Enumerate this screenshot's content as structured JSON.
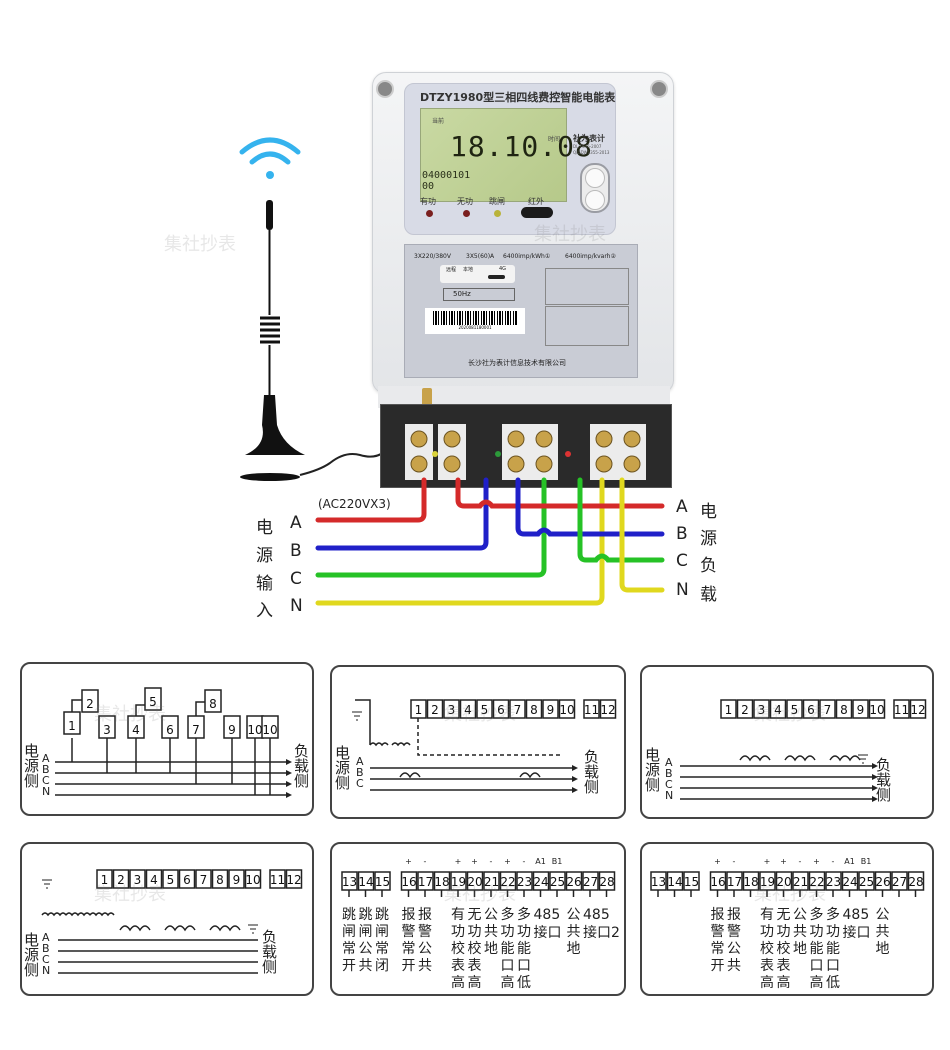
{
  "meter": {
    "model_title": "DTZY1980型三相四线费控智能电能表",
    "lcd_top_label": "当前",
    "lcd_right_label": "时间",
    "lcd_main_value": "18.10.08",
    "lcd_code_line1": "04000101",
    "lcd_code_line2": "00",
    "brand": "社为表计",
    "brand_standards": [
      "DL/T645-2007",
      "Q/GDW1355-2013"
    ],
    "indicators": [
      {
        "label": "有功",
        "color": "#7a1f1f"
      },
      {
        "label": "无功",
        "color": "#7a1f1f"
      },
      {
        "label": "跳闸",
        "color": "#b9b33a"
      }
    ],
    "ir_label": "红外",
    "nameplate": {
      "rating_voltage": "3X220/380V",
      "rating_current": "3X5(60)A",
      "constant_active": "6400imp/kWh①",
      "constant_reactive": "6400imp/kvarh②",
      "comm_labels": [
        "远程",
        "本地",
        "4G"
      ],
      "frequency": "50Hz",
      "barcode_number": "2020081180001",
      "manufacturer": "长沙社为表计信息技术有限公司"
    },
    "watermark": "集社抄表"
  },
  "wiring": {
    "input_note": "(AC220VX3)",
    "source_side_label": [
      "电",
      "源",
      "输",
      "入"
    ],
    "load_side_label": [
      "电",
      "源",
      "负",
      "载"
    ],
    "phases": [
      {
        "name": "A",
        "color": "#d42a2a"
      },
      {
        "name": "B",
        "color": "#2020c8"
      },
      {
        "name": "C",
        "color": "#26c226"
      },
      {
        "name": "N",
        "color": "#e0d81e"
      }
    ]
  },
  "diagrams": {
    "source_side": [
      "电",
      "源",
      "侧"
    ],
    "load_side": [
      "负",
      "载",
      "侧"
    ],
    "phase_letters": [
      "A",
      "B",
      "C",
      "N"
    ],
    "phase_letters_3wire": [
      "A",
      "B",
      "C"
    ],
    "d1_terminals_low": [
      "1",
      "3",
      "4",
      "6",
      "7",
      "9",
      "10",
      "10"
    ],
    "d1_terminals_high": [
      "2",
      "5",
      "8"
    ],
    "terminals_1_12": [
      "1",
      "2",
      "3",
      "4",
      "5",
      "6",
      "7",
      "8",
      "9",
      "10",
      "11",
      "12"
    ],
    "aux_terminals": [
      "13",
      "14",
      "15",
      "16",
      "17",
      "18",
      "19",
      "20",
      "21",
      "22",
      "23",
      "24",
      "25",
      "26",
      "27",
      "28"
    ],
    "polarity_marks": {
      "16": "+",
      "17": "-",
      "19": "+",
      "20": "+",
      "21": "-",
      "22": "+",
      "23": "-",
      "24": "A1",
      "25": "B1"
    },
    "aux_labels_full": [
      {
        "t": "13",
        "text": "跳闸常开"
      },
      {
        "t": "14",
        "text": "跳闸公共"
      },
      {
        "t": "15",
        "text": "跳闸常闭"
      },
      {
        "t": "16",
        "text": "报警常开"
      },
      {
        "t": "17",
        "text": "报警公共"
      },
      {
        "t": "19",
        "text": "有功校表高"
      },
      {
        "t": "20",
        "text": "无功校表高"
      },
      {
        "t": "21",
        "text": "公共地"
      },
      {
        "t": "22",
        "text": "多功能口高"
      },
      {
        "t": "23",
        "text": "多功能口低"
      },
      {
        "t": "24-25",
        "text": "485接口"
      },
      {
        "t": "26",
        "text": "公共地"
      },
      {
        "t": "27-28",
        "text": "485接口2"
      }
    ],
    "aux_labels_short": [
      {
        "t": "16",
        "text": "报警常开"
      },
      {
        "t": "17",
        "text": "报警公共"
      },
      {
        "t": "19",
        "text": "有功校表高"
      },
      {
        "t": "20",
        "text": "无功校表高"
      },
      {
        "t": "21",
        "text": "公共地"
      },
      {
        "t": "22",
        "text": "多功能口高"
      },
      {
        "t": "23",
        "text": "多功能口低"
      },
      {
        "t": "24-25",
        "text": "485接口"
      },
      {
        "t": "26",
        "text": "公共地"
      }
    ]
  }
}
